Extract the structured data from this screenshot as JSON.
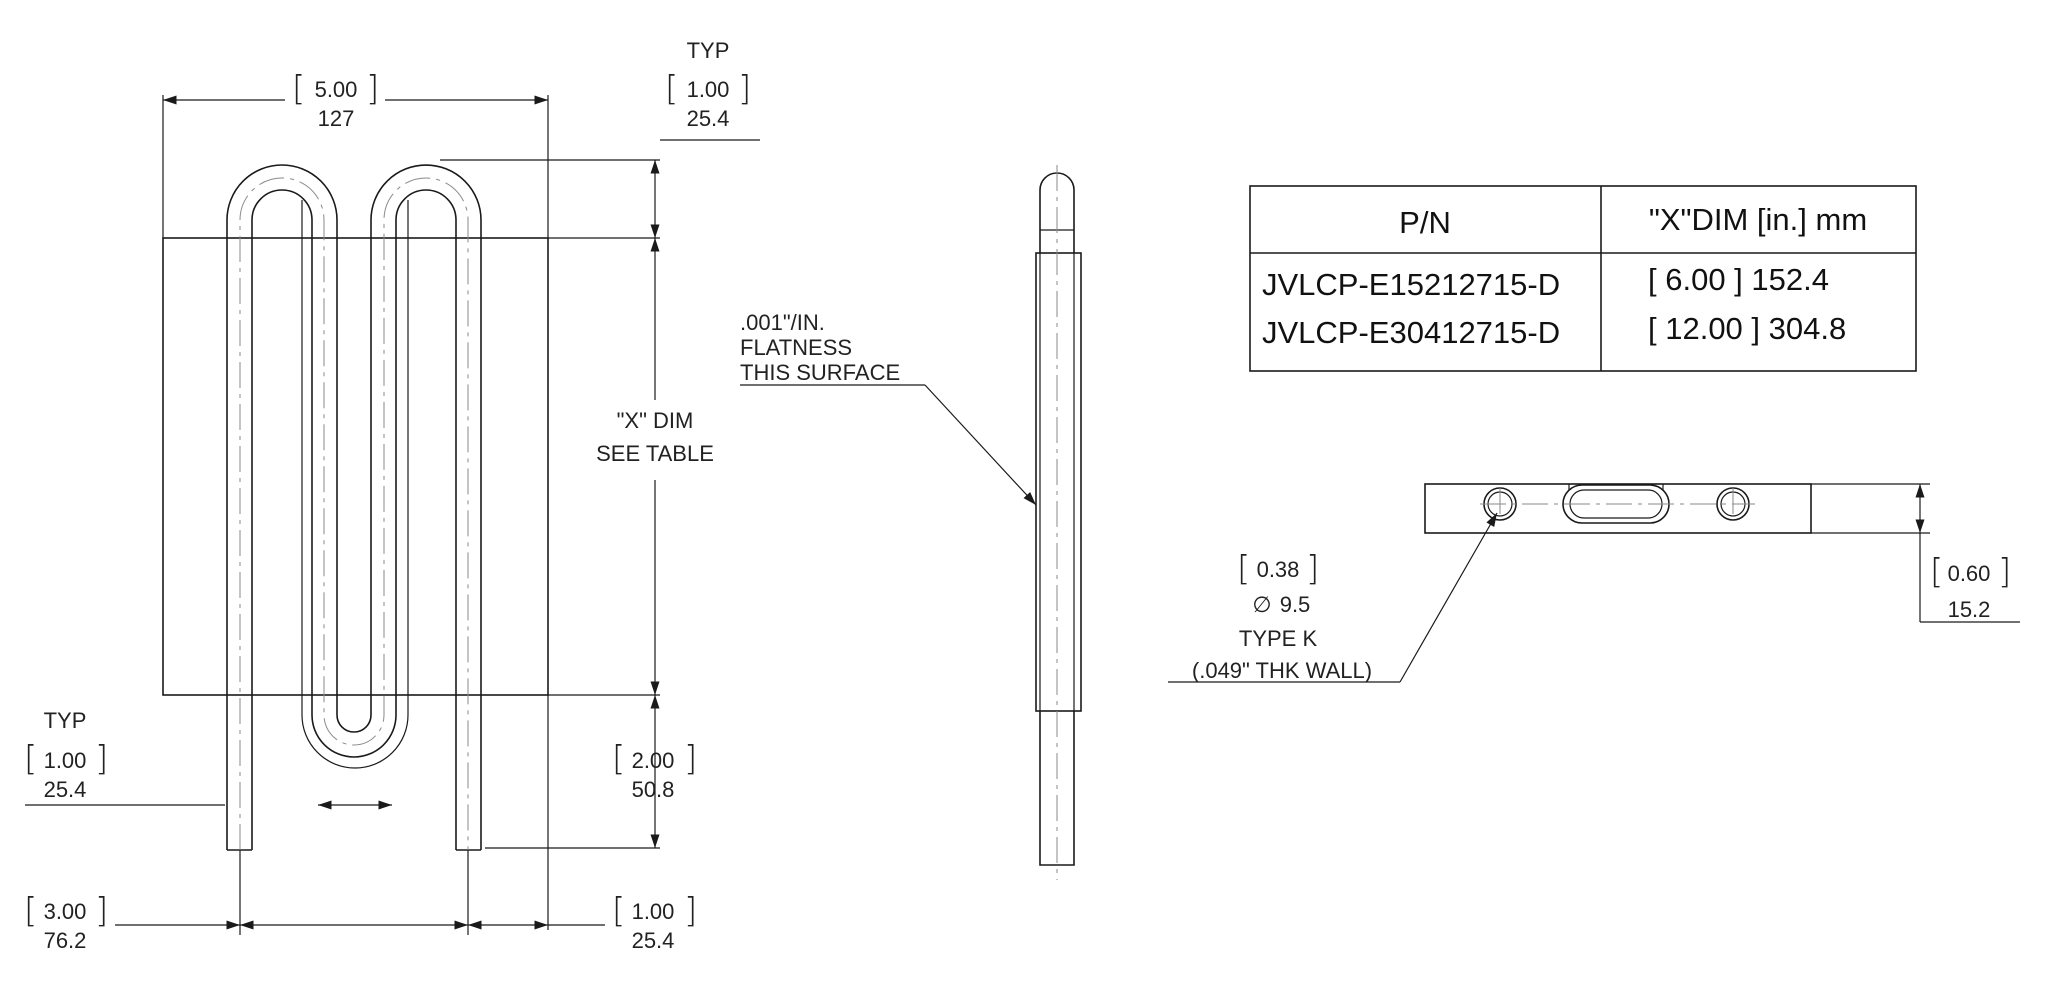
{
  "dims": {
    "overall_width": {
      "in": "5.00",
      "mm": "127"
    },
    "top_typ_label": "TYP",
    "top_typ": {
      "in": "1.00",
      "mm": "25.4"
    },
    "x_dim_line1": "\"X\" DIM",
    "x_dim_line2": "SEE TABLE",
    "left_typ_label": "TYP",
    "left_typ": {
      "in": "1.00",
      "mm": "25.4"
    },
    "bottom_extension": {
      "in": "2.00",
      "mm": "50.8"
    },
    "leg_spacing": {
      "in": "3.00",
      "mm": "76.2"
    },
    "leg_offset": {
      "in": "1.00",
      "mm": "25.4"
    }
  },
  "flatness_note": {
    "line1": ".001\"/IN.",
    "line2": "FLATNESS",
    "line3": "THIS SURFACE"
  },
  "tube_note": {
    "in": "0.38",
    "diameter": "9.5",
    "diameter_symbol": "∅",
    "type": "TYPE K",
    "wall": "(.049\" THK WALL)"
  },
  "thickness": {
    "in": "0.60",
    "mm": "15.2"
  },
  "table": {
    "headers": [
      "P/N",
      "\"X\"DIM [in.] mm"
    ],
    "rows": [
      [
        "JVLCP-E15212715-D",
        "[ 6.00 ] 152.4"
      ],
      [
        "JVLCP-E30412715-D",
        "[ 12.00 ] 304.8"
      ]
    ]
  }
}
